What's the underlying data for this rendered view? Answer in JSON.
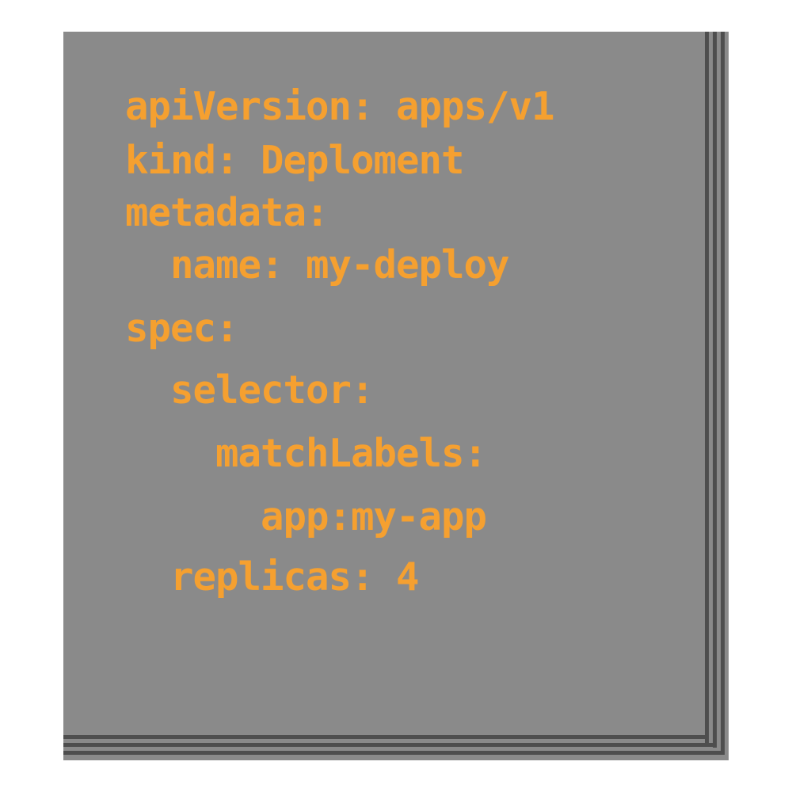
{
  "editor": {
    "lines": [
      "apiVersion: apps/v1",
      "kind: Deploment",
      "metadata:",
      "  name: my-deploy",
      "spec:",
      "  selector:",
      "    matchLabels:",
      "      app:my-app",
      "  replicas: 4"
    ]
  },
  "colors": {
    "text": "#f5a030",
    "background": "#8a8a8a",
    "border": "#4e4e4e"
  }
}
